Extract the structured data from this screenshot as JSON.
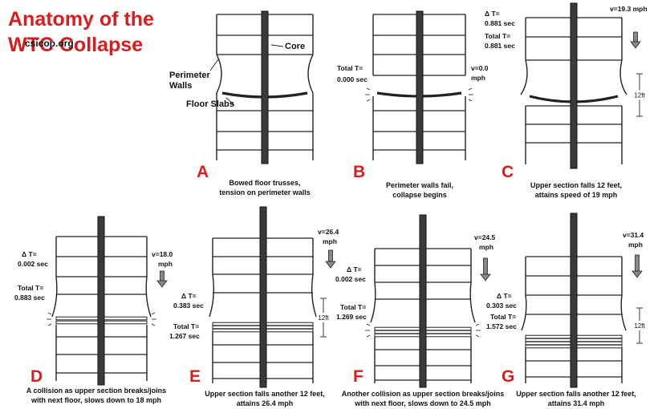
{
  "title_line1": "Anatomy of the",
  "title_line2": "WTC Collapse",
  "source": "csicop.org",
  "colors": {
    "title": "#d91c1c",
    "letters": "#d91c1c",
    "structure": "#222222"
  },
  "annotations": {
    "core": "Core",
    "perimeter1": "Perimeter",
    "perimeter2": "Walls",
    "floor_slabs": "Floor Slabs"
  },
  "height_label": "12ft",
  "panels": [
    {
      "id": "A",
      "caption1": "Bowed floor trusses,",
      "caption2": "tension on perimeter walls"
    },
    {
      "id": "B",
      "caption1": "Perimeter walls fail,",
      "caption2": "collapse begins",
      "total_t_label": "Total T=",
      "total_t": "0.000 sec",
      "v": "v=0.0",
      "v_unit": "mph"
    },
    {
      "id": "C",
      "caption1": "Upper section falls 12 feet,",
      "caption2": "attains speed of 19 mph",
      "delta_t_label": "Δ T=",
      "delta_t": "0.881 sec",
      "total_t_label": "Total T=",
      "total_t": "0.881 sec",
      "v": "v=19.3 mph"
    },
    {
      "id": "D",
      "caption1": "A collision as upper section breaks/joins",
      "caption2": "with next floor, slows down to 18 mph",
      "delta_t_label": "Δ T=",
      "delta_t": "0.002 sec",
      "total_t_label": "Total T=",
      "total_t": "0.883 sec",
      "v": "v=18.0",
      "v_unit": "mph"
    },
    {
      "id": "E",
      "caption1": "Upper section falls another 12 feet,",
      "caption2": "attains 26.4 mph",
      "delta_t_label": "Δ T=",
      "delta_t": "0.383 sec",
      "total_t_label": "Total T=",
      "total_t": "1.267 sec",
      "v": "v=26.4",
      "v_unit": "mph"
    },
    {
      "id": "F",
      "caption1": "Another collision as upper section breaks/joins",
      "caption2": "with next floor, slows down to 24.5 mph",
      "delta_t_label": "Δ T=",
      "delta_t": "0.002 sec",
      "total_t_label": "Total T=",
      "total_t": "1.269 sec",
      "v": "v=24.5",
      "v_unit": "mph"
    },
    {
      "id": "G",
      "caption1": "Upper section falls another 12 feet,",
      "caption2": "attains 31.4 mph",
      "delta_t_label": "Δ T=",
      "delta_t": "0.303 sec",
      "total_t_label": "Total T=",
      "total_t": "1.572 sec",
      "v": "v=31.4",
      "v_unit": "mph"
    }
  ]
}
